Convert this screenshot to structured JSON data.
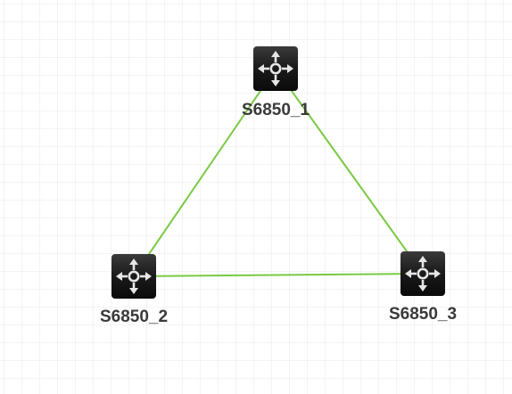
{
  "colors": {
    "background": "#ffffff",
    "grid": "#e8e8e8",
    "link": "#7ac943",
    "icon_fill": "#1a1a1a",
    "icon_glyph": "#e6e6e6",
    "label": "#3a3a3a"
  },
  "nodes": [
    {
      "id": "s1",
      "label": "S6850_1",
      "icon": "switch-icon"
    },
    {
      "id": "s2",
      "label": "S6850_2",
      "icon": "switch-icon"
    },
    {
      "id": "s3",
      "label": "S6850_3",
      "icon": "switch-icon"
    }
  ],
  "links": [
    {
      "from": "s1",
      "to": "s2"
    },
    {
      "from": "s1",
      "to": "s3"
    },
    {
      "from": "s2",
      "to": "s3"
    }
  ]
}
